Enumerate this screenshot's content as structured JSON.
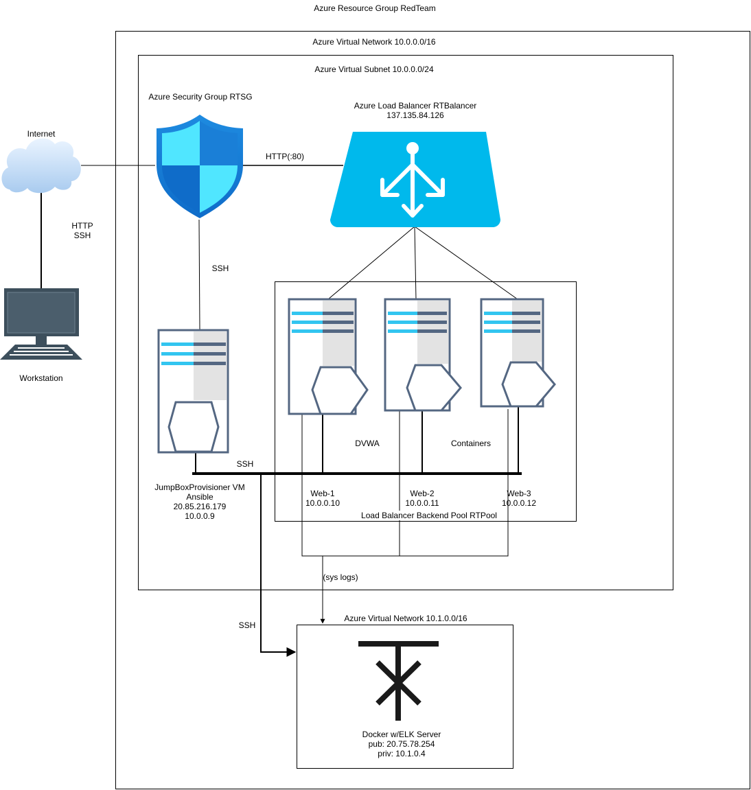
{
  "resource_group": {
    "title": "Azure Resource Group RedTeam"
  },
  "vnet": {
    "title": "Azure Virtual Network 10.0.0.0/16"
  },
  "subnet": {
    "title": "Azure Virtual Subnet 10.0.0.0/24"
  },
  "security_group": {
    "title": "Azure Security Group RTSG",
    "icon": "shield-icon"
  },
  "load_balancer": {
    "title": "Azure Load Balancer RTBalancer",
    "ip": "137.135.84.126",
    "icon": "load-balancer-icon"
  },
  "internet": {
    "label": "Internet",
    "icon": "cloud-icon"
  },
  "workstation": {
    "label": "Workstation",
    "icon": "monitor-icon"
  },
  "connections": {
    "internet_to_ws": [
      "HTTP",
      "SSH"
    ],
    "http": "HTTP(:80)",
    "sg_to_jump": "SSH",
    "jump_bus": "SSH",
    "jump_to_elk": "SSH",
    "syslogs": "(sys logs)"
  },
  "jumpbox": {
    "lines": [
      "JumpBoxProvisioner VM",
      "Ansible",
      "20.85.216.179",
      "10.0.0.9"
    ],
    "icon": "server-icon"
  },
  "backend_pool": {
    "title": "Load Balancer Backend Pool RTPool",
    "dvwa": "DVWA",
    "containers": "Containers",
    "servers": [
      {
        "name": "Web-1",
        "ip": "10.0.0.10"
      },
      {
        "name": "Web-2",
        "ip": "10.0.0.11"
      },
      {
        "name": "Web-3",
        "ip": "10.0.0.12"
      }
    ]
  },
  "elk": {
    "vnet": "Azure Virtual Network 10.1.0.0/16",
    "lines": [
      "Docker w/ELK Server",
      "pub: 20.75.78.254",
      "priv: 10.1.0.4"
    ],
    "icon": "elk-icon"
  },
  "colors": {
    "server_outline": "#546782",
    "server_accent": "#32C5F0",
    "server_shade": "#E3E3E3",
    "lb_fill": "#00B9EC",
    "shield_light": "#50E6FF",
    "shield_dark": "#1A7FD7",
    "cloud_light": "#DDEEFE",
    "cloud_dark": "#A9CBEF",
    "monitor": "#3D4F5C"
  }
}
